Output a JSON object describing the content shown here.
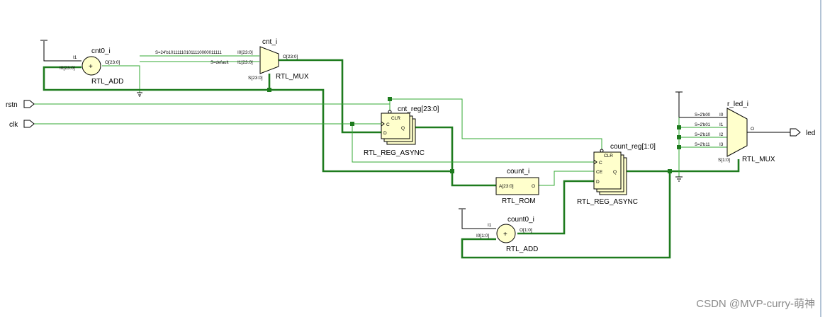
{
  "ports": {
    "rstn": "rstn",
    "clk": "clk",
    "led": "led"
  },
  "cnt0_i": {
    "name": "cnt0_i",
    "type": "RTL_ADD",
    "symbol": "+",
    "pin_i1": "I1",
    "pin_i0": "I0[23:0]",
    "pin_o": "O[23:0]"
  },
  "cnt_i": {
    "name": "cnt_i",
    "type": "RTL_MUX",
    "sel_i0": "S=24'b101111101011110000011111",
    "sel_i1": "S=default",
    "pin_i0": "I0[23:0]",
    "pin_i1": "I1[23:0]",
    "pin_s": "S[23:0]",
    "pin_o": "O[23:0]"
  },
  "cnt_reg": {
    "name": "cnt_reg[23:0]",
    "type": "RTL_REG_ASYNC",
    "pin_clr": "CLR",
    "pin_c": "C",
    "pin_d": "D",
    "pin_q": "Q"
  },
  "count_i": {
    "name": "count_i",
    "type": "RTL_ROM",
    "pin_a": "A[23:0]",
    "pin_o": "O"
  },
  "count_reg": {
    "name": "count_reg[1:0]",
    "type": "RTL_REG_ASYNC",
    "pin_clr": "CLR",
    "pin_c": "C",
    "pin_ce": "CE",
    "pin_d": "D",
    "pin_q": "Q"
  },
  "count0_i": {
    "name": "count0_i",
    "type": "RTL_ADD",
    "symbol": "+",
    "pin_i1": "I1",
    "pin_i0": "I0[1:0]",
    "pin_o": "O[1:0]"
  },
  "r_led_i": {
    "name": "r_led_i",
    "type": "RTL_MUX",
    "sel_i0": "S=2'b00",
    "sel_i1": "S=2'b01",
    "sel_i2": "S=2'b10",
    "sel_i3": "S=2'b11",
    "pin_i0": "I0",
    "pin_i1": "I1",
    "pin_i2": "I2",
    "pin_i3": "I3",
    "pin_s": "S[1:0]",
    "pin_o": "O"
  },
  "watermark": "CSDN @MVP-curry-萌神",
  "colors": {
    "bus": "#1e7b1e",
    "net": "#33aa33",
    "cell_fill": "#ffffcc",
    "background": "#ffffff"
  }
}
